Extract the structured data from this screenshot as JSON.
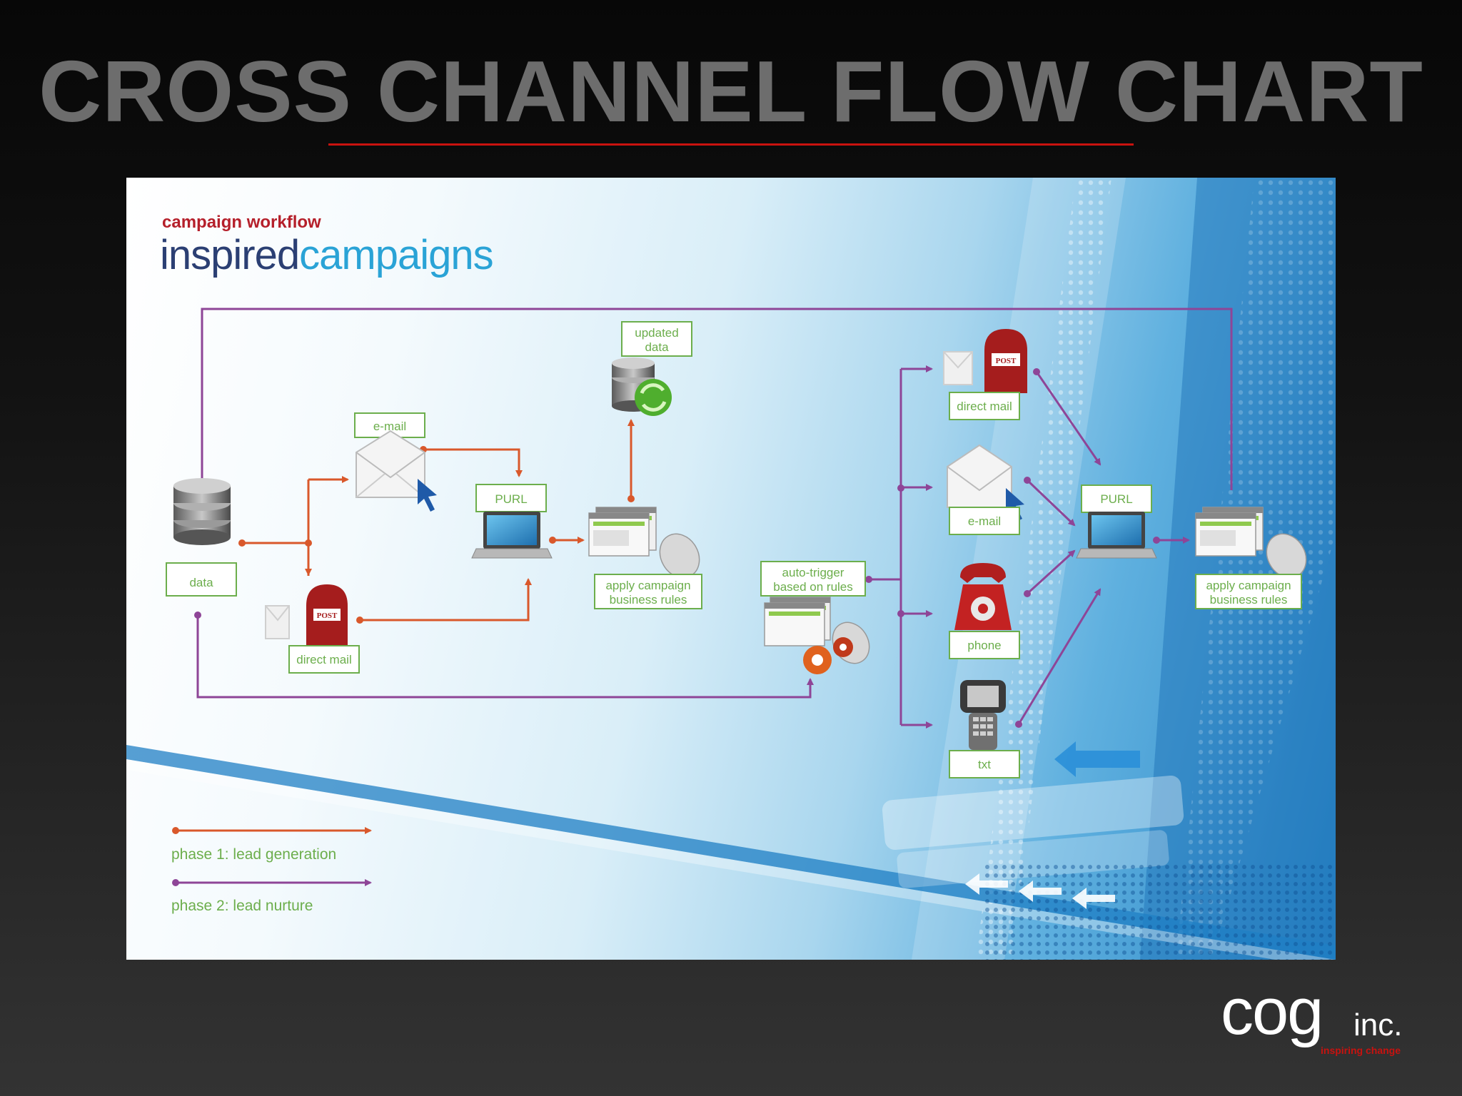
{
  "slide": {
    "title": "CROSS CHANNEL FLOW CHART",
    "accent_color": "#c8120f"
  },
  "diagram": {
    "kicker": "campaign workflow",
    "brand_part1": "inspired",
    "brand_part2": "campaigns",
    "nodes": {
      "data": "data",
      "email_1": "e-mail",
      "direct_mail_1": "direct mail",
      "purl_1": "PURL",
      "updated_data_line1": "updated",
      "updated_data_line2": "data",
      "apply_rules_1_line1": "apply campaign",
      "apply_rules_1_line2": "business rules",
      "auto_trigger_line1": "auto-trigger",
      "auto_trigger_line2": "based on rules",
      "direct_mail_2": "direct mail",
      "email_2": "e-mail",
      "phone": "phone",
      "txt": "txt",
      "purl_2": "PURL",
      "apply_rules_2_line1": "apply campaign",
      "apply_rules_2_line2": "business rules",
      "mailbox_sign": "POST"
    },
    "legend": {
      "phase1": "phase 1: lead generation",
      "phase2": "phase 2: lead nurture",
      "phase1_color": "#d9582b",
      "phase2_color": "#8e4597"
    }
  },
  "logo": {
    "main": "cog",
    "suffix": "inc.",
    "tagline": "inspiring change"
  }
}
